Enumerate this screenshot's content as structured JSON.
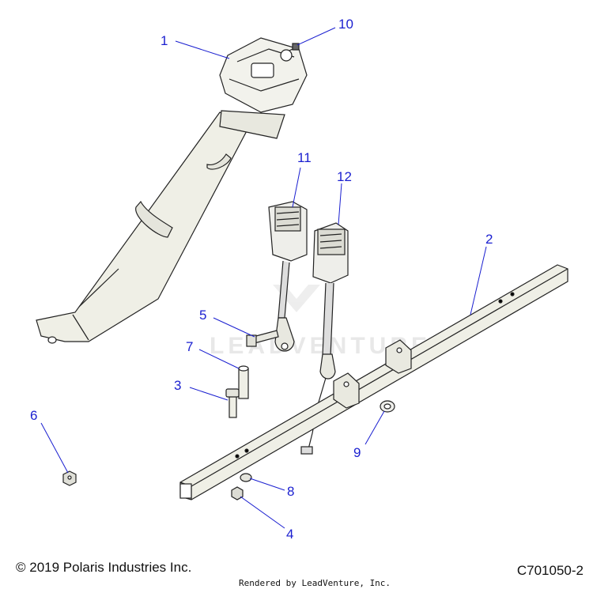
{
  "watermark": "LEADVENTURE",
  "callouts": [
    {
      "id": "1",
      "label": "1"
    },
    {
      "id": "2",
      "label": "2"
    },
    {
      "id": "3",
      "label": "3"
    },
    {
      "id": "4",
      "label": "4"
    },
    {
      "id": "5",
      "label": "5"
    },
    {
      "id": "6",
      "label": "6"
    },
    {
      "id": "7",
      "label": "7"
    },
    {
      "id": "8",
      "label": "8"
    },
    {
      "id": "9",
      "label": "9"
    },
    {
      "id": "10",
      "label": "10"
    },
    {
      "id": "11",
      "label": "11"
    },
    {
      "id": "12",
      "label": "12"
    }
  ],
  "footer": {
    "copyright": "© 2019 Polaris Industries Inc.",
    "rendered_by": "Rendered by LeadVenture, Inc.",
    "drawing_id": "C701050-2"
  },
  "colors": {
    "callout": "#1a1fd0",
    "part_fill": "#efefe6",
    "part_stroke": "#222222"
  }
}
